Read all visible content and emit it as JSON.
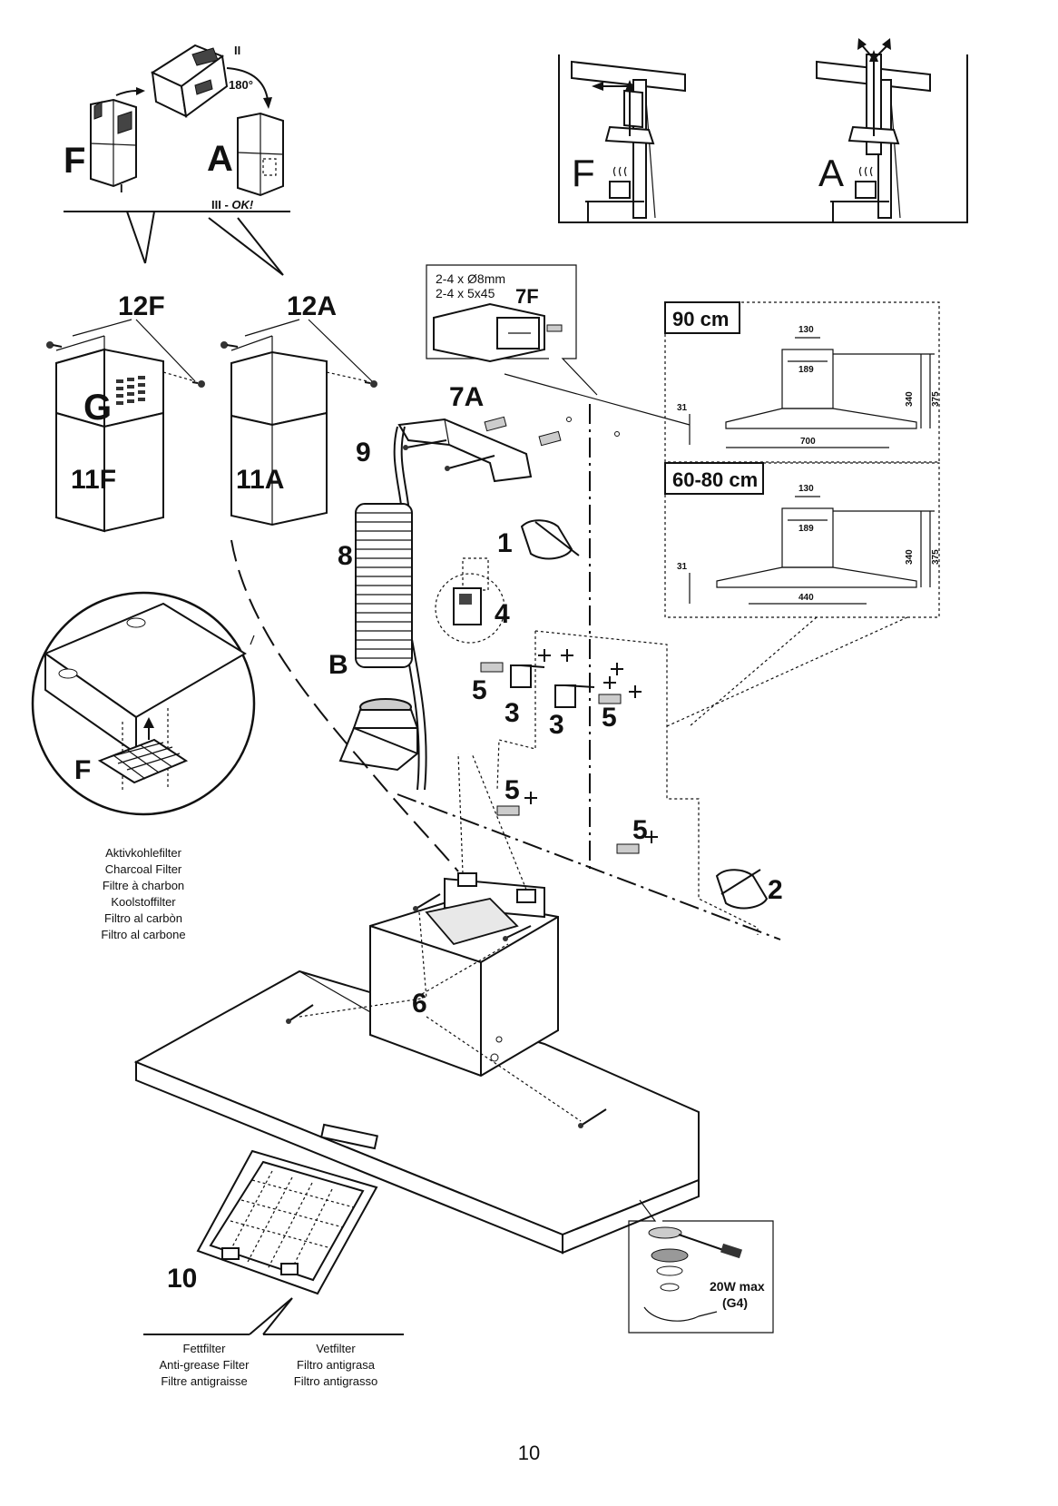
{
  "page_number": "10",
  "flow_diagram": {
    "label_f": "F",
    "label_a": "A",
    "label_step_1": "I",
    "label_step_2": "II",
    "label_step_3": "III - ",
    "label_ok": "OK!",
    "angle": "180°"
  },
  "room_diagram": {
    "label_f": "F",
    "label_a": "A"
  },
  "parts": {
    "p12F": "12F",
    "p12A": "12A",
    "pG": "G",
    "p11F": "11F",
    "p11A": "11A",
    "p9": "9",
    "p8": "8",
    "pB": "B",
    "p7A": "7A",
    "p7F": "7F",
    "p1": "1",
    "p2": "2",
    "p3a": "3",
    "p3b": "3",
    "p4": "4",
    "p5a": "5",
    "p5b": "5",
    "p5c": "5",
    "p5d": "5",
    "p6": "6",
    "p10": "10",
    "pF": "F"
  },
  "fixings": {
    "line1": "2-4 x Ø8mm",
    "line2": "2-4 x 5x45"
  },
  "dim_90": {
    "title": "90 cm",
    "top_width": "130",
    "inner_width": "189",
    "offset": "31",
    "base_width": "700",
    "h1": "340",
    "h2": "375"
  },
  "dim_6080": {
    "title": "60-80 cm",
    "top_width": "130",
    "inner_width": "189",
    "offset": "31",
    "base_width": "440",
    "h1": "340",
    "h2": "375"
  },
  "charcoal_filter_caption": [
    "Aktivkohlefilter",
    "Charcoal  Filter",
    "Filtre à charbon",
    "Koolstoffilter",
    "Filtro al carbòn",
    "Filtro al carbone"
  ],
  "grease_filter_caption_left": [
    "Fettfilter",
    "Anti-grease  Filter",
    "Filtre  antigraisse"
  ],
  "grease_filter_caption_right": [
    "Vetfilter",
    "Filtro  antigrasa",
    "Filtro  antigrasso"
  ],
  "lamp_note": {
    "line1": "20W max",
    "line2": "(G4)"
  }
}
